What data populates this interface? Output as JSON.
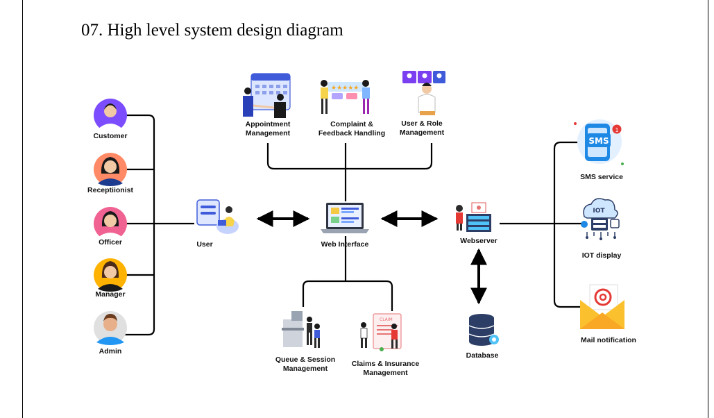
{
  "title": "07. High level system design diagram",
  "actors": {
    "customer": "Customer",
    "receptionist": "Receptiionist",
    "officer": "Officer",
    "manager": "Manager",
    "admin": "Admin"
  },
  "nodes": {
    "user": "User",
    "web_interface": "Web Interface",
    "webserver": "Webserver",
    "database": "Database",
    "appointment": [
      "Appointment",
      "Management"
    ],
    "complaint": [
      "Complaint &",
      "Feedback Handling"
    ],
    "user_role": [
      "User & Role",
      "Management"
    ],
    "queue": [
      "Queue & Session",
      "Management"
    ],
    "claims": [
      "Claims & Insurance",
      "Management"
    ]
  },
  "services": {
    "sms": "SMS service",
    "iot": "IOT display",
    "mail": "Mail notification"
  },
  "icon_text": {
    "sms": "SMS",
    "sms_badge": "1",
    "iot": "IOT",
    "claim": "CLAIM"
  },
  "colors": {
    "customer_avatar": "#7c4dff",
    "receptionist_avatar": "#ff8a65",
    "officer_avatar": "#f06292",
    "manager_avatar": "#ffb300",
    "admin_avatar": "#e0e0e0",
    "sms_blue": "#1e88e5",
    "mail_yellow": "#fbc02d",
    "database_navy": "#2c3e66"
  }
}
